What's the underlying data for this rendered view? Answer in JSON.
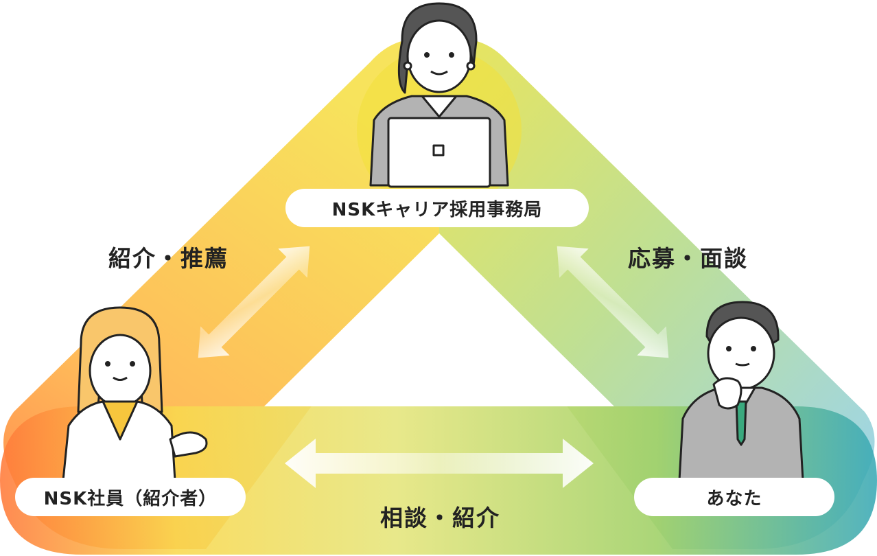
{
  "diagram": {
    "nodes": {
      "office": {
        "label": "NSKキャリア採用事務局"
      },
      "employee": {
        "label": "NSK社員（紹介者）"
      },
      "you": {
        "label": "あなた"
      }
    },
    "relations": {
      "left": "紹介・推薦",
      "right": "応募・面談",
      "bottom": "相談・紹介"
    },
    "colors": {
      "yellow": "#f6e04a",
      "orange": "#ff7a3a",
      "green": "#9fd066",
      "teal": "#3aa9b6",
      "blue": "#8ecff2",
      "suit_gray": "#b3b3b3",
      "ink": "#222222"
    }
  }
}
